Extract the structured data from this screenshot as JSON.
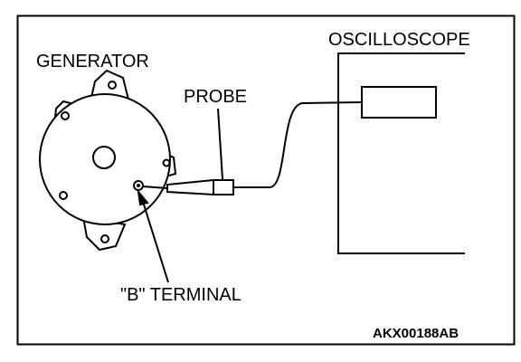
{
  "labels": {
    "oscilloscope": "OSCILLOSCOPE",
    "generator": "GENERATOR",
    "probe": "PROBE",
    "b_terminal": "\"B\" TERMINAL",
    "figure_code": "AKX00188AB"
  },
  "colors": {
    "line": "#000000",
    "background": "#ffffff"
  }
}
